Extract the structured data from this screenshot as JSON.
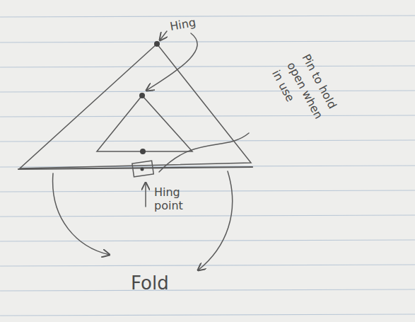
{
  "diagram": {
    "labels": [
      "Hing",
      "Pin to hold open when in use",
      "Hing point",
      "Fold"
    ]
  }
}
